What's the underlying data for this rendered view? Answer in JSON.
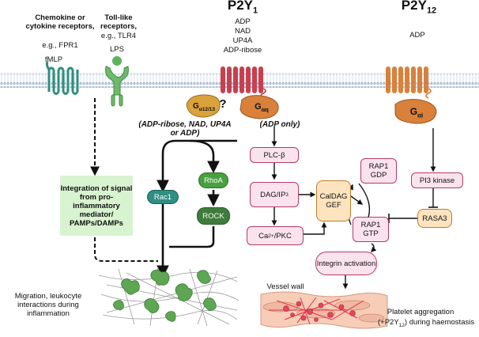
{
  "receptors": {
    "chemokine_title": "Chemokine or cytokine receptors,",
    "chemokine_example": "e.g., FPR1",
    "chemokine_ligand": "fMLP",
    "tlr_title": "Toll-like receptors,",
    "tlr_example": "e.g., TLR4",
    "tlr_ligand": "LPS",
    "p2y1_title": "P2Y",
    "p2y1_sub": "1",
    "p2y1_ligands": [
      "ADP",
      "NAD",
      "UP4A",
      "ADP-ribose"
    ],
    "p2y12_title": "P2Y",
    "p2y12_sub": "12",
    "p2y12_ligand": "ADP"
  },
  "gproteins": {
    "g1213_main": "G",
    "g1213_sub": "α12/13",
    "g1213_q": "?",
    "gq_main": "G",
    "gq_sub": "αq",
    "gi_main": "G",
    "gi_sub": "αi"
  },
  "notes": {
    "adp_ribose": "(ADP-ribose, NAD, UP4A or ADP)",
    "adp_only": "(ADP only)"
  },
  "nodes": {
    "integration": "Integration of signal from pro-inflammatory mediator/ PAMPs/DAMPs",
    "rac1": "Rac1",
    "rhoa": "RhoA",
    "rock": "ROCK",
    "plcb": "PLC-β",
    "dag_main": "DAG/IP",
    "dag_sub": "3",
    "ca_main": "Ca",
    "ca_sup": "2+",
    "ca_rest": "/PKC",
    "caldag": "CalDAG GEF",
    "rap1_gdp": "RAP1 GDP",
    "rap1_gtp": "RAP1 GTP",
    "pi3k": "PI3 kinase",
    "rasa3": "RASA3",
    "integrin": "Integrin activation"
  },
  "outcomes": {
    "migration": "Migration, leukocyte interactions during inflammation",
    "vessel_wall": "Vessel wall",
    "platelet_line1": "Platelet aggregation",
    "platelet_line2_pre": "(+P2Y",
    "platelet_line2_sub": "12",
    "platelet_line2_post": ") during haemostasis"
  },
  "colors": {
    "membrane": "#c9d6e6",
    "chemokine_receptor": "#2d8f7e",
    "tlr": "#58b05a",
    "p2y1": "#c8404f",
    "p2y12": "#d9813b",
    "gprotein": "#d9a23a"
  }
}
